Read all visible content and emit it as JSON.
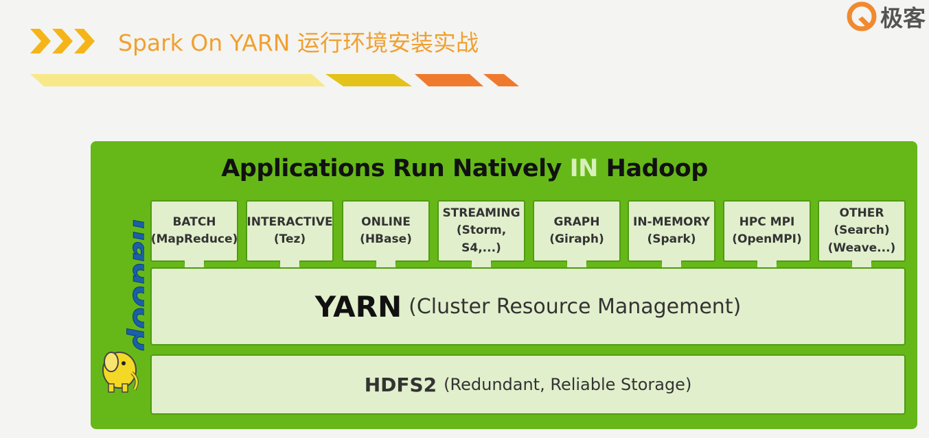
{
  "slide": {
    "title": "Spark On YARN 运行环境安装实战",
    "accent_color": "#f0a030"
  },
  "brand": {
    "name": "极客",
    "icon": "geek-logo-icon"
  },
  "diagram": {
    "title_prefix": "Applications Run Natively ",
    "title_highlight": "IN",
    "title_suffix": " Hadoop",
    "logo_text": "hadoop",
    "apps": [
      {
        "name": "BATCH",
        "line2": "(MapReduce)",
        "line3": ""
      },
      {
        "name": "INTERACTIVE",
        "line2": "(Tez)",
        "line3": ""
      },
      {
        "name": "ONLINE",
        "line2": "(HBase)",
        "line3": ""
      },
      {
        "name": "STREAMING",
        "line2": "(Storm, S4,...)",
        "line3": ""
      },
      {
        "name": "GRAPH",
        "line2": "(Giraph)",
        "line3": ""
      },
      {
        "name": "IN-MEMORY",
        "line2": "(Spark)",
        "line3": ""
      },
      {
        "name": "HPC MPI",
        "line2": "(OpenMPI)",
        "line3": ""
      },
      {
        "name": "OTHER",
        "line2": "(Search)",
        "line3": "(Weave...)"
      }
    ],
    "yarn": {
      "name": "YARN",
      "desc": "(Cluster Resource Management)"
    },
    "hdfs": {
      "name": "HDFS2",
      "desc": "(Redundant, Reliable Storage)"
    },
    "colors": {
      "panel": "#66b819",
      "box": "#e1efcc",
      "border": "#4f9a12"
    }
  }
}
